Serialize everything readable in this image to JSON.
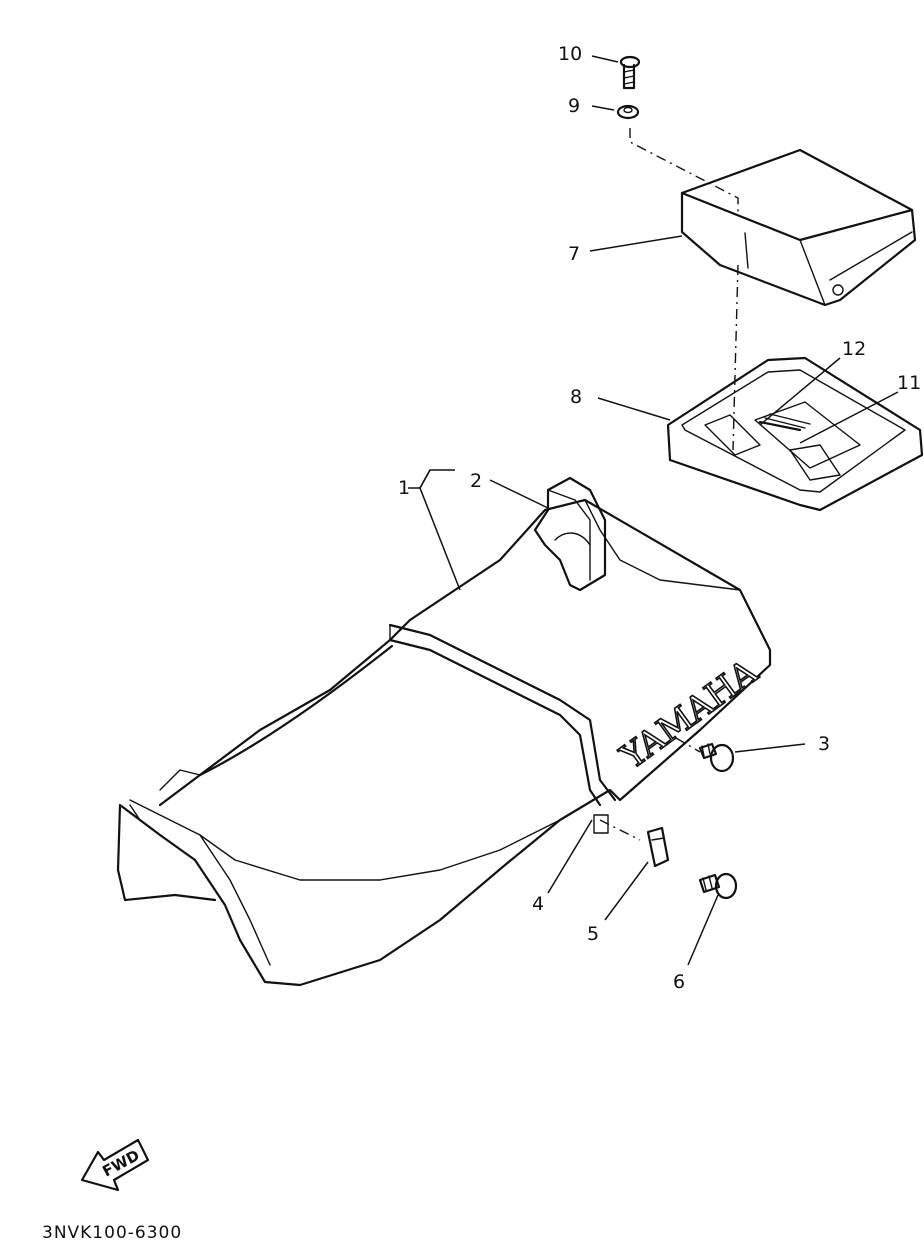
{
  "diagram": {
    "brand_text": "YAMAHA",
    "fwd_text": "FWD",
    "ref_code": "3NVK100-6300",
    "labels": {
      "p1": "1",
      "p2": "2",
      "p3": "3",
      "p4": "4",
      "p5": "5",
      "p6": "6",
      "p7": "7",
      "p8": "8",
      "p9": "9",
      "p10": "10",
      "p11": "11",
      "p12": "12"
    }
  }
}
